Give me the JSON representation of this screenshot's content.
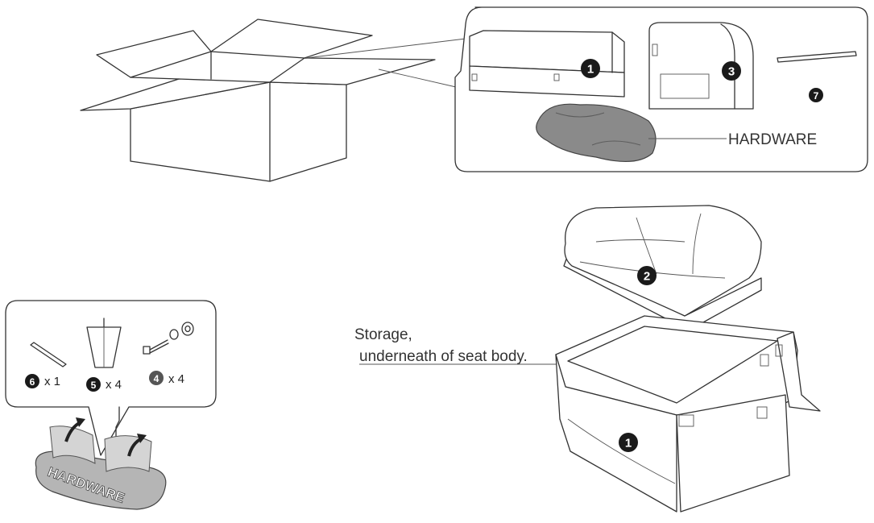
{
  "box_contents": {
    "parts": [
      {
        "number": "1"
      },
      {
        "number": "3"
      },
      {
        "number": "7"
      }
    ],
    "hardware_label": "HARDWARE"
  },
  "hardware_kit": {
    "items": [
      {
        "number": "6",
        "quantity": "x 1"
      },
      {
        "number": "5",
        "quantity": "x 4"
      },
      {
        "number": "4",
        "quantity": "x 4"
      }
    ],
    "bag_label": "HARDWARE"
  },
  "assembly": {
    "seat_cushion_number": "2",
    "body_number": "1",
    "storage_note_line1": "Storage,",
    "storage_note_line2": "underneath of seat body."
  }
}
